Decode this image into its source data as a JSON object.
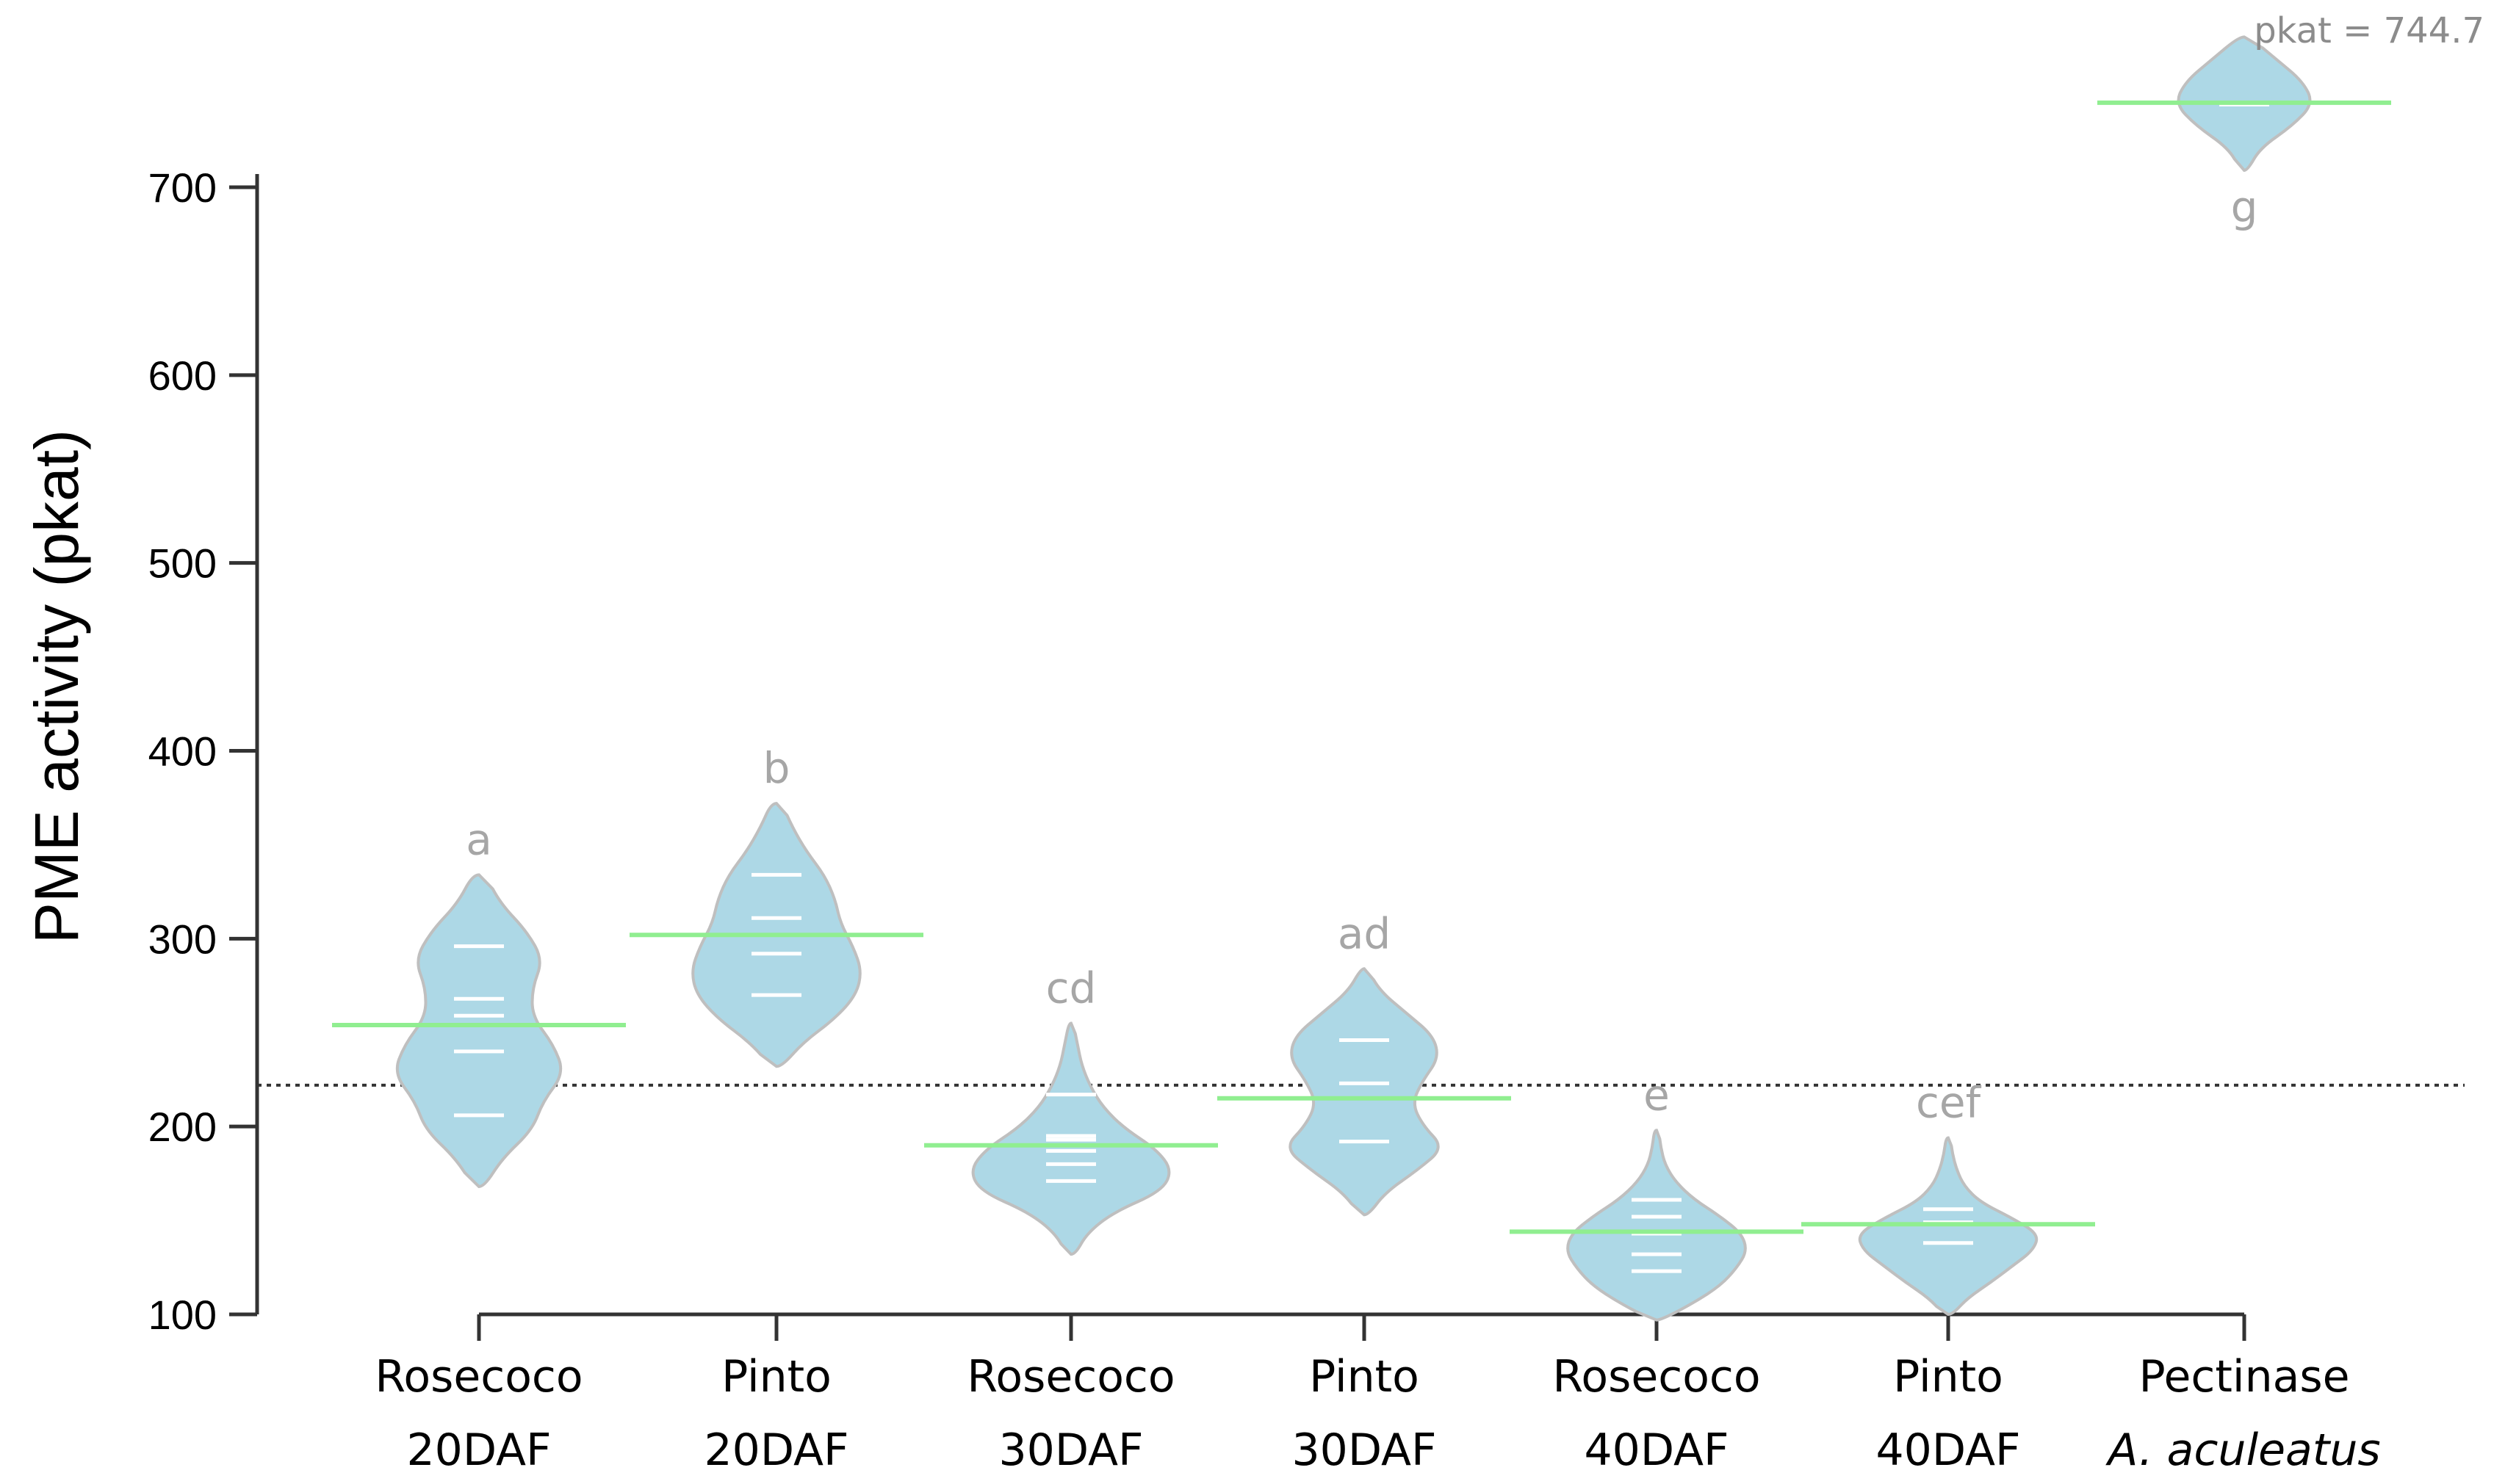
{
  "chart_data": {
    "type": "violin",
    "ylabel": "PME activity (pkat)",
    "xlabel": "",
    "ylim": [
      100,
      700
    ],
    "yticks": [
      100,
      200,
      300,
      400,
      500,
      600,
      700
    ],
    "grid": false,
    "reference_line": 222,
    "categories": [
      {
        "line1": "Rosecoco",
        "line2": "20DAF",
        "italic2": false
      },
      {
        "line1": "Pinto",
        "line2": "20DAF",
        "italic2": false
      },
      {
        "line1": "Rosecoco",
        "line2": "30DAF",
        "italic2": false
      },
      {
        "line1": "Pinto",
        "line2": "30DAF",
        "italic2": false
      },
      {
        "line1": "Rosecoco",
        "line2": "40DAF",
        "italic2": false
      },
      {
        "line1": "Pinto",
        "line2": "40DAF",
        "italic2": false
      },
      {
        "line1": "Pectinase",
        "line2": "A. aculeatus",
        "italic2": true
      }
    ],
    "groups": [
      {
        "label": "a",
        "mean": 254,
        "min": 168,
        "max": 334,
        "points": [
          206,
          240,
          259,
          268,
          296
        ],
        "widths": [
          0.05,
          0.22,
          0.5,
          0.6,
          0.8,
          0.7,
          0.5,
          0.5,
          0.6,
          0.45,
          0.2,
          0.06
        ]
      },
      {
        "label": "b",
        "mean": 302,
        "min": 232,
        "max": 372,
        "points": [
          270,
          292,
          311,
          334
        ],
        "widths": [
          0.05,
          0.25,
          0.55,
          0.75,
          0.8,
          0.72,
          0.6,
          0.55,
          0.45,
          0.28,
          0.15,
          0.05
        ]
      },
      {
        "label": "cd",
        "mean": 190,
        "min": 132,
        "max": 255,
        "points": [
          171,
          180,
          187,
          193,
          195,
          217
        ],
        "widths": [
          0.04,
          0.15,
          0.4,
          0.85,
          0.95,
          0.8,
          0.5,
          0.3,
          0.18,
          0.1,
          0.06,
          0.02
        ]
      },
      {
        "label": "ad",
        "mean": 215,
        "min": 153,
        "max": 284,
        "points": [
          192,
          223,
          246
        ],
        "widths": [
          0.04,
          0.2,
          0.5,
          0.75,
          0.55,
          0.45,
          0.55,
          0.7,
          0.65,
          0.4,
          0.15,
          0.03
        ]
      },
      {
        "label": "e",
        "mean": 144,
        "min": 97,
        "max": 198,
        "points": [
          123,
          132,
          143,
          152,
          161
        ],
        "widths": [
          0.04,
          0.35,
          0.6,
          0.75,
          0.85,
          0.8,
          0.6,
          0.35,
          0.18,
          0.08,
          0.04,
          0.02
        ]
      },
      {
        "label": "cef",
        "mean": 148,
        "min": 100,
        "max": 194,
        "points": [
          138,
          149,
          156
        ],
        "widths": [
          0.04,
          0.18,
          0.4,
          0.6,
          0.8,
          0.85,
          0.6,
          0.3,
          0.15,
          0.08,
          0.04,
          0.02
        ]
      },
      {
        "label": "g",
        "mean": 745,
        "min": 709,
        "max": 780,
        "points": [
          744
        ],
        "widths": [
          0.03,
          0.15,
          0.45,
          0.65,
          0.55,
          0.3,
          0.05
        ]
      }
    ],
    "annotation": "pkat = 744.7",
    "colors": {
      "violin_fill": "#add8e6",
      "violin_stroke": "#bfbfbf",
      "mean_line": "#90ee90",
      "points": "#ffffff",
      "reference_line": "#333333",
      "label_color": "#a6a6a6"
    }
  }
}
